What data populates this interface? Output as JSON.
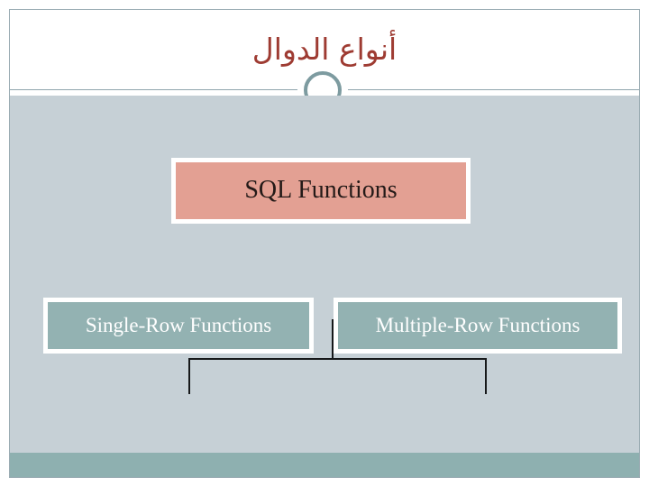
{
  "slide": {
    "title": "أنواع الدوال",
    "title_color": "#9e3b32",
    "body_background": "#c6d0d6",
    "footer_color": "#8eb0b0",
    "frame_color": "#9aacb3",
    "divider_color": "#8fa5ac",
    "ring_color": "#7d9ba0"
  },
  "diagram": {
    "type": "tree",
    "root": {
      "label": "SQL Functions",
      "fill": "#e3a093",
      "text_color": "#241a18",
      "border_color": "#ffffff"
    },
    "children": [
      {
        "label": "Single-Row Functions",
        "fill": "#93b2b2",
        "text_color": "#ffffff",
        "border_color": "#ffffff"
      },
      {
        "label": "Multiple-Row Functions",
        "fill": "#93b2b2",
        "text_color": "#ffffff",
        "border_color": "#ffffff"
      }
    ],
    "connector_color": "#16181a"
  }
}
